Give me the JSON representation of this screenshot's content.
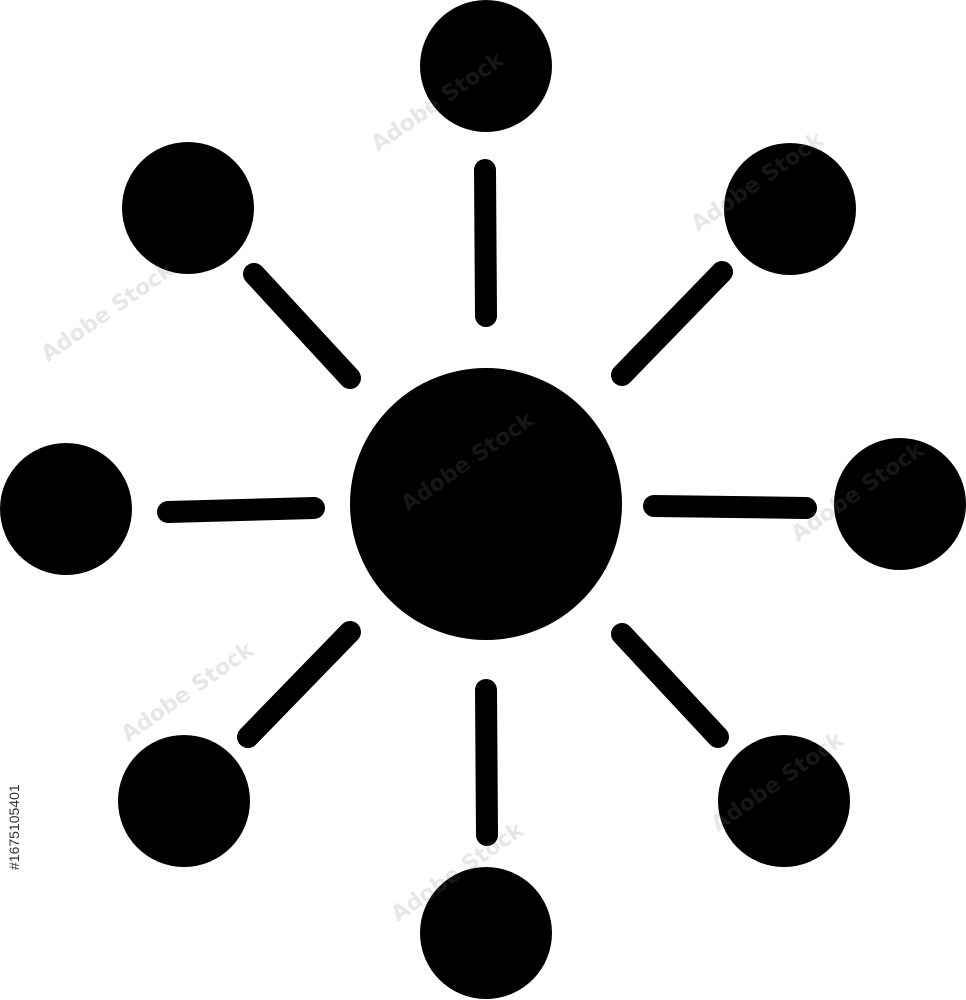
{
  "icon": {
    "name": "network-hub-icon",
    "color": "#000000",
    "background": "#ffffff",
    "satellite_count": 8
  },
  "watermark": {
    "text": "Adobe Stock",
    "color": "#b0b0b0"
  },
  "stock_id": "#1675105401"
}
